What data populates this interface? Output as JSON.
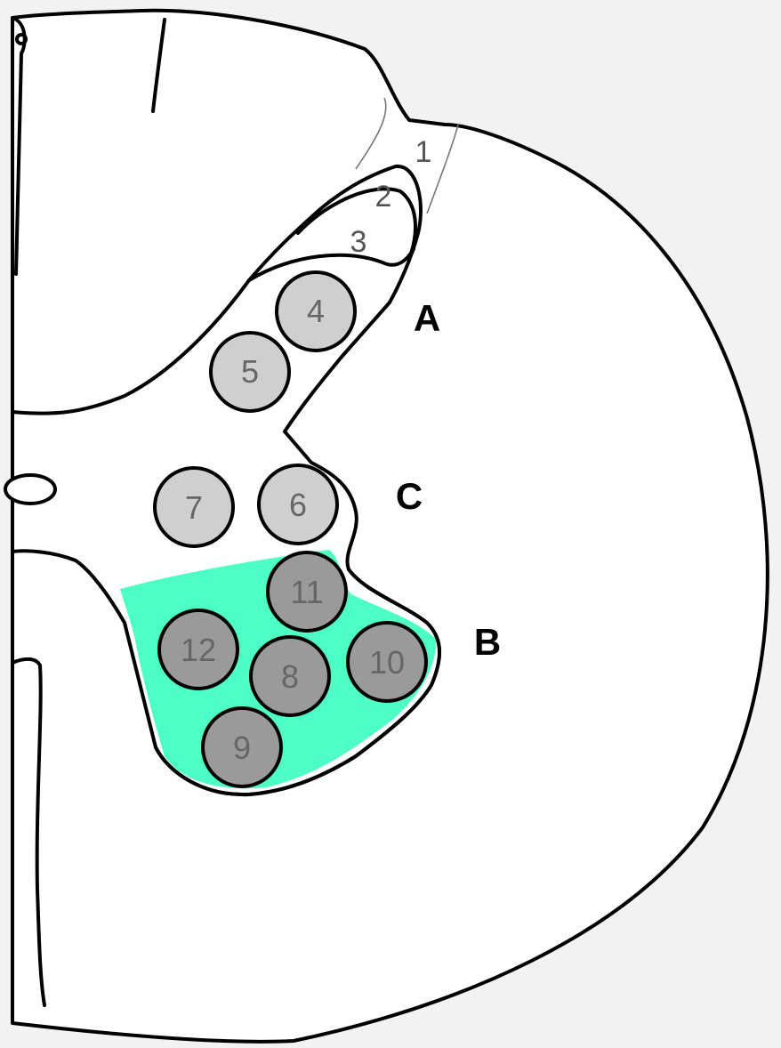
{
  "colors": {
    "background": "#f2f2f2",
    "section_fill": "#ffffff",
    "ventral_horn_highlight": "#4dffc4",
    "dorsal_nucleus_fill": "#cfcfcf",
    "ventral_nucleus_fill": "#9a9a9a",
    "outline": "#000000"
  },
  "laminae": [
    {
      "id": "lamina-1",
      "label": "1"
    },
    {
      "id": "lamina-2",
      "label": "2"
    },
    {
      "id": "lamina-3",
      "label": "3"
    }
  ],
  "nuclei": [
    {
      "id": "nucleus-4",
      "label": "4",
      "group": "dorsal"
    },
    {
      "id": "nucleus-5",
      "label": "5",
      "group": "dorsal"
    },
    {
      "id": "nucleus-6",
      "label": "6",
      "group": "intermediate"
    },
    {
      "id": "nucleus-7",
      "label": "7",
      "group": "intermediate"
    },
    {
      "id": "nucleus-8",
      "label": "8",
      "group": "ventral"
    },
    {
      "id": "nucleus-9",
      "label": "9",
      "group": "ventral"
    },
    {
      "id": "nucleus-10",
      "label": "10",
      "group": "ventral"
    },
    {
      "id": "nucleus-11",
      "label": "11",
      "group": "ventral"
    },
    {
      "id": "nucleus-12",
      "label": "12",
      "group": "ventral"
    }
  ],
  "regions": [
    {
      "id": "region-a",
      "label": "A"
    },
    {
      "id": "region-b",
      "label": "B"
    },
    {
      "id": "region-c",
      "label": "C"
    }
  ]
}
